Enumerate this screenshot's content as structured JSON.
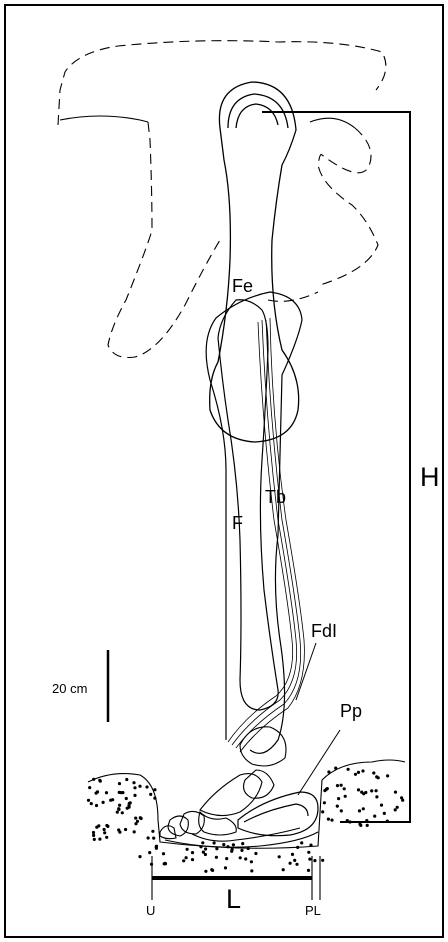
{
  "figure": {
    "labels": {
      "femur": "Fe",
      "tibia": "Tb",
      "fibula": "F",
      "tendon": "FdI",
      "pad": "Pp",
      "height": "H",
      "length": "L",
      "left_mark": "U",
      "right_mark": "PL"
    },
    "scale_bar": {
      "label": "20 cm"
    }
  }
}
